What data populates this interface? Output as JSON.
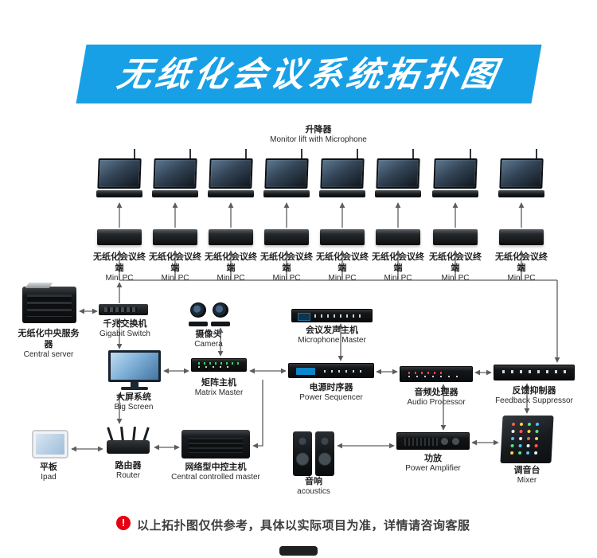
{
  "banner": {
    "title": "无纸化会议系统拓扑图",
    "bg_color": "#18a0e6"
  },
  "lift": {
    "zh": "升降器",
    "en": "Monitor lift with Microphone"
  },
  "terminals": [
    {
      "zh": "无纸化会议终端",
      "en": "Mini PC"
    },
    {
      "zh": "无纸化会议终端",
      "en": "Mini PC"
    },
    {
      "zh": "无纸化会议终端",
      "en": "Mini PC"
    },
    {
      "zh": "无纸化会议终端",
      "en": "Mini PC"
    },
    {
      "zh": "无纸化会议终端",
      "en": "Mini PC"
    },
    {
      "zh": "无纸化会议终端",
      "en": "Mini PC"
    },
    {
      "zh": "无纸化会议终端",
      "en": "Mini PC"
    },
    {
      "zh": "无纸化会议终端",
      "en": "Mini PC"
    }
  ],
  "devices": {
    "central_server": {
      "zh": "无纸化中央服务器",
      "en": "Central server"
    },
    "gigabit_switch": {
      "zh": "千兆交换机",
      "en": "Gigabit Switch"
    },
    "camera": {
      "zh": "摄像头",
      "en": "Camera"
    },
    "microphone_master": {
      "zh": "会议发声主机",
      "en": "Microphone Master"
    },
    "big_screen": {
      "zh": "大屏系统",
      "en": "Big Screen"
    },
    "matrix_master": {
      "zh": "矩阵主机",
      "en": "Matrix Master"
    },
    "power_sequencer": {
      "zh": "电源时序器",
      "en": "Power Sequencer"
    },
    "audio_processor": {
      "zh": "音频处理器",
      "en": "Audio Processor"
    },
    "feedback_suppressor": {
      "zh": "反馈抑制器",
      "en": "Feedback Suppressor"
    },
    "ipad": {
      "zh": "平板",
      "en": "Ipad"
    },
    "router": {
      "zh": "路由器",
      "en": "Router"
    },
    "central_master": {
      "zh": "网络型中控主机",
      "en": "Central controlled master"
    },
    "acoustics": {
      "zh": "音响",
      "en": "acoustics"
    },
    "power_amplifier": {
      "zh": "功放",
      "en": "Power Amplifier"
    },
    "mixer": {
      "zh": "调音台",
      "en": "Mixer"
    }
  },
  "footer": {
    "icon": "!",
    "icon_color": "#e60012",
    "note": "以上拓扑图仅供参考，具体以实际项目为准，详情请咨询客服"
  }
}
